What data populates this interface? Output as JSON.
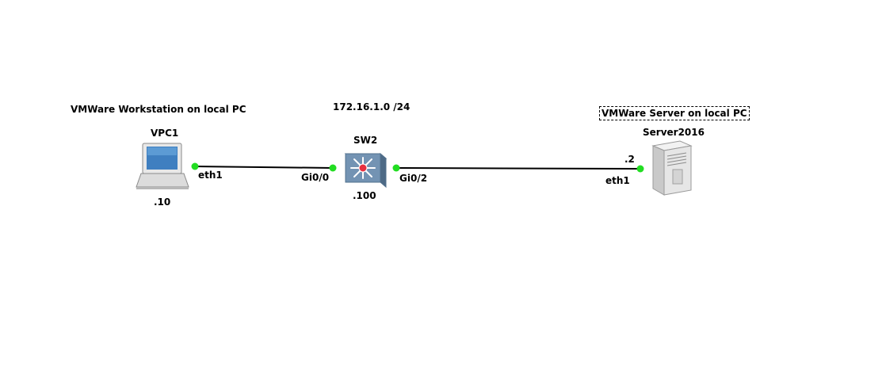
{
  "notes": {
    "workstation": "VMWare Workstation on local PC",
    "subnet": "172.16.1.0 /24",
    "server_note": "VMWare Server on local PC"
  },
  "nodes": {
    "vpc1": {
      "name": "VPC1",
      "addr": ".10",
      "icon": "laptop-icon"
    },
    "sw2": {
      "name": "SW2",
      "addr": ".100",
      "icon": "multilayer-switch-icon"
    },
    "server": {
      "name": "Server2016",
      "addr": ".2",
      "icon": "server-tower-icon"
    }
  },
  "ports": {
    "vpc1_eth1": "eth1",
    "sw2_gi00": "Gi0/0",
    "sw2_gi02": "Gi0/2",
    "server_eth1": "eth1"
  },
  "colors": {
    "link": "#000000",
    "port_up": "#22dd22",
    "switch_body": "#6f8fae",
    "switch_center": "#e83040"
  }
}
